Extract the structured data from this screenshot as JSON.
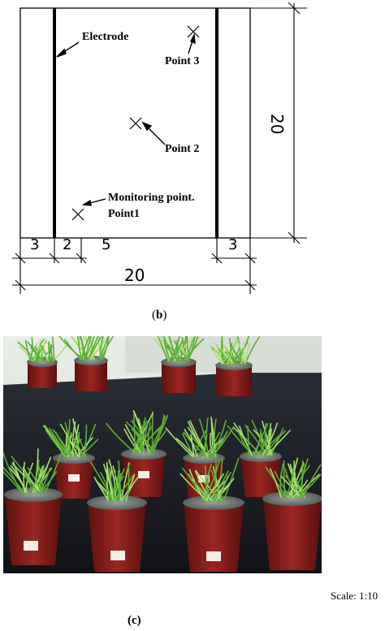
{
  "diagram": {
    "labels": {
      "electrode": "Electrode",
      "point3": "Point 3",
      "point2": "Point 2",
      "monitoring": "Monitoring point.",
      "point1": "Point1"
    },
    "dimensions": {
      "seg_a": "3",
      "seg_b": "2",
      "seg_c": "5",
      "seg_d": "3",
      "total_width": "20",
      "total_height": "20"
    },
    "caption_b_open": "(",
    "caption_b_letter": "b",
    "caption_b_close": ")"
  },
  "photo": {
    "caption_c": "(c)",
    "scale": "Scale: 1:10"
  },
  "colors": {
    "line": "#000000",
    "grass": "#7dc84a",
    "pot": "#8a1c18",
    "bench": "#1a1d24",
    "wall": "#e8ece6"
  }
}
